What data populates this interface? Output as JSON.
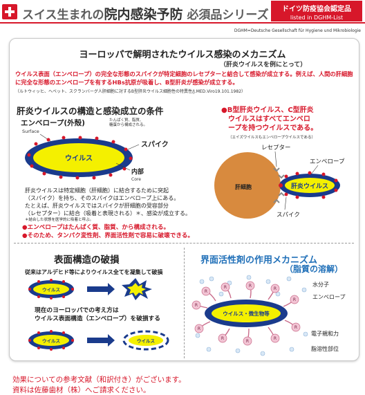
{
  "header": {
    "title_prefix": "スイス生まれの",
    "title_main": "院内感染予防",
    "title_suffix": "必須品シリーズ",
    "badge_line1": "ドイツ防疫協会認定品",
    "badge_line2": "listed in DGHM-List",
    "dghm": "DGHM=Deutsche Gesellschaft für Hygiene und Mikrobiologie"
  },
  "main": {
    "title": "ヨーロッパで解明されたウイルス感染のメカニズム",
    "subtitle": "（肝炎ウイルスを例にとって）",
    "red_paragraph": "ウイルス表面（エンベロープ）の完全な形態のスパイクが特定細胞のレセプターと結合して感染が成立する。例えば、人間の肝細胞に完全な形態のエンベロープを有するHBs抗原が吸着し、B型肝炎が感染が成立する。",
    "reference": "（ルトウィッヒ、ヘベット、スクランバーグ人肝細胞に対するB型肝炎ウイルス細胞性の特異性/J.MED.Viro19.101.1982）"
  },
  "structure": {
    "heading": "肝炎ウイルスの構造と感染成立の条件",
    "envelope_label": "エンベロープ(外殻)",
    "envelope_note1": "たんぱく質、脂質、",
    "envelope_note2": "糖蛋から構成される。",
    "surface": "Surface",
    "virus": "ウイルス",
    "spike": "スパイク",
    "inner": "内部",
    "core": "Core",
    "desc1": "肝炎ウイルスは特定細胞（肝細胞）に結合するために突起",
    "desc2": "（スパイク）を持ち、そのスパイクはエンベロープ上にある。",
    "desc3": "たとえば、肝炎ウイルスではスパイクが肝細胞の受容部分",
    "desc4": "（レセプター）に結合（吸着と表現される）＊、感染が成立する。",
    "footnote": "＊結合した状態を医学的に吸着と呼ぶ。",
    "bullet1": "●エンベロープはたんぱく質、脂質、から構成される。",
    "bullet2": "●そのため、タンパク変性剤、界面活性剤で容易に破壊できる。"
  },
  "bc": {
    "heading1": "●B型肝炎ウイルス、C型肝炎",
    "heading2": "ウイルスはすべてエンベロ",
    "heading3": "ープを持つウイルスである。",
    "note": "（エイズウイルスもエンベロープウイルスである）",
    "receptor": "レセプター",
    "envelope": "エンベロープ",
    "liver_cell": "肝細胞",
    "hepatitis_virus": "肝炎ウイルス",
    "spike": "スパイク"
  },
  "destruction": {
    "heading": "表面構造の破損",
    "line1": "従来はアルデヒド等によりウイルス全てを凝集して破損",
    "virus": "ウイルス",
    "line2": "現在のヨーロッパでの考え方は",
    "line3": "ウイルス表面構造（エンベロープ）を破損する"
  },
  "surfactant": {
    "heading": "界面活性剤の作用メカニズム",
    "subheading": "（脂質の溶解）",
    "water": "水分子",
    "envelope": "エンベロープ",
    "virus": "ウイルス・微生物等",
    "hydrophilic": "電子親和力",
    "lipophilic": "脂溶性部位",
    "molecule": "R"
  },
  "footer": {
    "line1": "効果についての参考文献（和訳付き）がございます。",
    "line2": "資料は佐藤歯材（株）へご請求ください。"
  },
  "colors": {
    "brand_red": "#d7172a",
    "virus_yellow": "#f4f000",
    "envelope_blue": "#1a3b8c",
    "liver_orange": "#d88a3e"
  }
}
